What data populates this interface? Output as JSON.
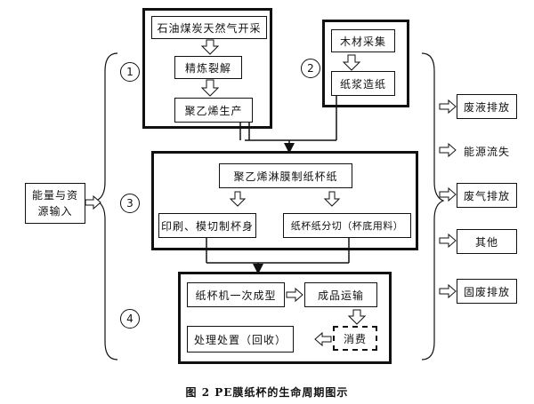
{
  "stages": {
    "s1_top": "石油煤炭天然气开采",
    "s1_mid": "精炼裂解",
    "s1_bot": "聚乙烯生产",
    "s2_top": "木材采集",
    "s2_bot": "纸浆造纸",
    "s3_top": "聚乙烯淋膜制纸杯纸",
    "s3_left": "印刷、模切制杯身",
    "s3_right": "纸杯纸分切（杯底用料）",
    "s4_a": "纸杯机一次成型",
    "s4_b": "成品运输",
    "s4_c": "消费",
    "s4_d": "处理处置（回收）"
  },
  "input_label": "能量与资源输入",
  "outputs": [
    "废液排放",
    "能源流失",
    "废气排放",
    "其他",
    "固废排放"
  ],
  "stage_numbers": [
    "1",
    "2",
    "3",
    "4"
  ],
  "caption": "图 2   PE膜纸杯的生命周期图示"
}
